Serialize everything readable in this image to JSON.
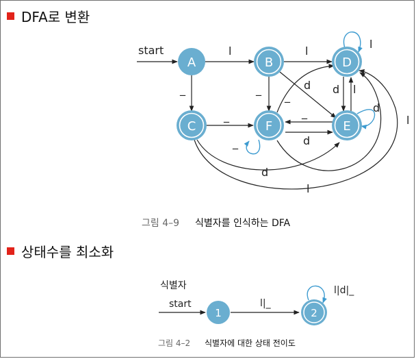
{
  "sections": [
    {
      "title": "DFA로 변환"
    },
    {
      "title": "상태수를 최소화"
    }
  ],
  "dfa": {
    "start_label": "start",
    "states": [
      "A",
      "B",
      "C",
      "D",
      "E",
      "F"
    ],
    "edge_labels": {
      "a_b": "l",
      "b_d": "l",
      "d_loop": "l",
      "a_c": "_",
      "b_f": "_",
      "b_e": "d",
      "f_d": "_",
      "d_e": "d",
      "e_d": "l",
      "c_f": "_",
      "e_loop": "d",
      "e_f": "_",
      "f_e": "d",
      "f_loop": "_",
      "c_e": "d",
      "c_d": "l",
      "f_d_outer": "l"
    },
    "caption_prefix": "그림 4–9",
    "caption_text": "식별자를 인식하는 DFA"
  },
  "minimized": {
    "name_label": "식별자",
    "start_label": "start",
    "states": [
      "1",
      "2"
    ],
    "edge_label": "l|_",
    "loop_label": "l|d|_",
    "caption_prefix": "그림 4–2",
    "caption_text": "식별자에 대한 상태 전이도"
  },
  "colors": {
    "state_fill": "#6aaed0",
    "state_ring": "#ffffff",
    "loop_arrow": "#3d9bd0",
    "bullet": "#e2231a"
  }
}
